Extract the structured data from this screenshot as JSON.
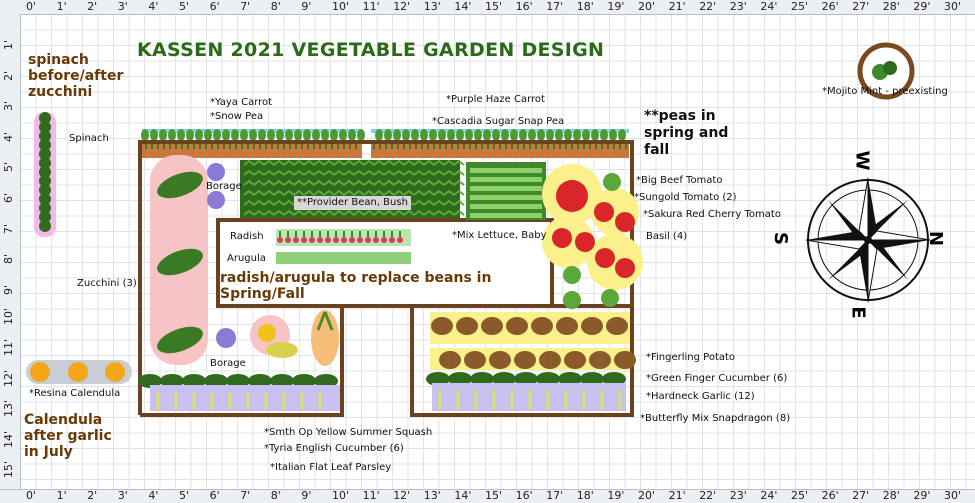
{
  "title": "KASSEN 2021 VEGETABLE GARDEN DESIGN",
  "ruler": {
    "top": [
      "0'",
      "1'",
      "2'",
      "3'",
      "4'",
      "5'",
      "6'",
      "7'",
      "8'",
      "9'",
      "10'",
      "11'",
      "12'",
      "13'",
      "14'",
      "15'",
      "16'",
      "17'",
      "18'",
      "19'",
      "20'",
      "21'",
      "22'",
      "23'",
      "24'",
      "25'",
      "26'",
      "27'",
      "28'",
      "29'",
      "30'"
    ],
    "left": [
      "1'",
      "2'",
      "3'",
      "4'",
      "5'",
      "6'",
      "7'",
      "8'",
      "9'",
      "10'",
      "11'",
      "12'",
      "13'",
      "14'",
      "15'"
    ]
  },
  "notes": {
    "spinach_note": [
      "spinach",
      "before/after",
      "zucchini"
    ],
    "peas_note": [
      "**peas in",
      "spring and",
      "fall"
    ],
    "radish_note": [
      "radish/arugula to replace beans in",
      "Spring/Fall"
    ],
    "calendula_note": [
      "Calendula",
      "after garlic",
      "in July"
    ]
  },
  "labels": {
    "yaya_carrot": "*Yaya Carrot",
    "snow_pea": "*Snow Pea",
    "purple_haze": "*Purple Haze Carrot",
    "cascadia": "*Cascadia Sugar Snap Pea",
    "spinach": "Spinach",
    "borage_top": "Borage",
    "borage_bottom": "Borage",
    "provider_bean": "**Provider Bean, Bush",
    "radish": "Radish",
    "arugula": "Arugula",
    "mix_lettuce": "*Mix Lettuce, Baby",
    "big_beef": "*Big Beef Tomato",
    "sungold": "*Sungold Tomato (2)",
    "sakura": "*Sakura Red Cherry Tomato",
    "basil": "Basil (4)",
    "zucchini": "Zucchini (3)",
    "resina": "*Resina Calendula",
    "fingerling": "*Fingerling Potato",
    "green_finger": "*Green Finger Cucumber (6)",
    "hardneck": "*Hardneck Garlic (12)",
    "snapdragon": "*Butterfly Mix Snapdragon (8)",
    "smth_op": "*Smth Op Yellow Summer Squash",
    "tyria": "*Tyria English Cucumber (6)",
    "parsley": "*Italian Flat Leaf Parsley",
    "mojito": "*Mojito Mint - preexisting"
  },
  "compass": {
    "n": "N",
    "s": "S",
    "e": "E",
    "w": "W"
  },
  "colors": {
    "title_green": "#2d6a18",
    "note_brown": "#6a3a06",
    "bed_border": "#6b4220",
    "soil": "#c8783a",
    "zucchini_zone": "#f6c4c4",
    "tomato_zone": "#fbf08a"
  }
}
